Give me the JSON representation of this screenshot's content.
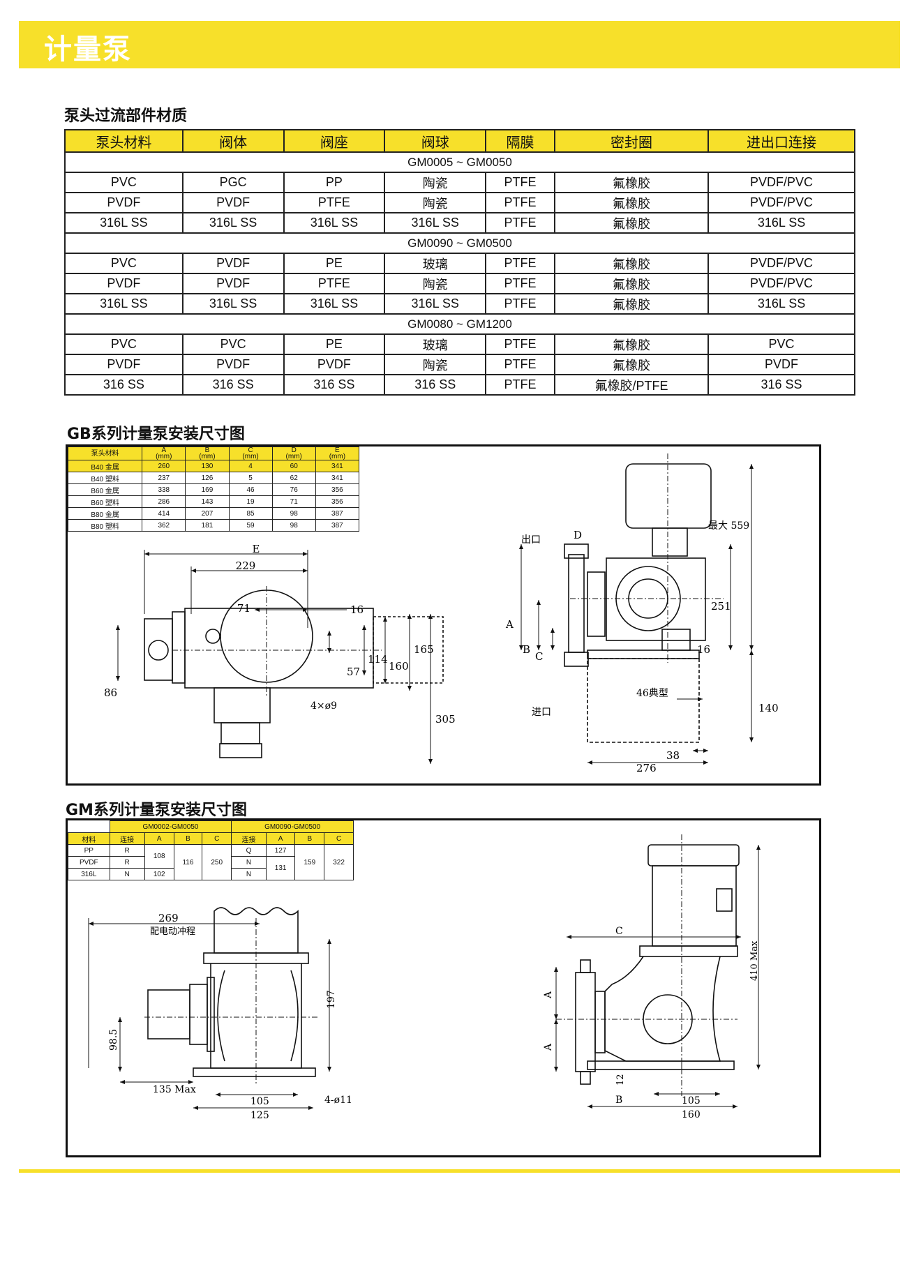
{
  "header": {
    "title": "计量泵"
  },
  "materials": {
    "title": "泵头过流部件材质",
    "columns": [
      "泵头材料",
      "阀体",
      "阀座",
      "阀球",
      "隔膜",
      "密封圈",
      "进出口连接"
    ],
    "groups": [
      {
        "name": "GM0005 ~ GM0050",
        "rows": [
          [
            "PVC",
            "PGC",
            "PP",
            "陶瓷",
            "PTFE",
            "氟橡胶",
            "PVDF/PVC"
          ],
          [
            "PVDF",
            "PVDF",
            "PTFE",
            "陶瓷",
            "PTFE",
            "氟橡胶",
            "PVDF/PVC"
          ],
          [
            "316L SS",
            "316L SS",
            "316L SS",
            "316L SS",
            "PTFE",
            "氟橡胶",
            "316L SS"
          ]
        ]
      },
      {
        "name": "GM0090 ~ GM0500",
        "rows": [
          [
            "PVC",
            "PVDF",
            "PE",
            "玻璃",
            "PTFE",
            "氟橡胶",
            "PVDF/PVC"
          ],
          [
            "PVDF",
            "PVDF",
            "PTFE",
            "陶瓷",
            "PTFE",
            "氟橡胶",
            "PVDF/PVC"
          ],
          [
            "316L SS",
            "316L SS",
            "316L SS",
            "316L SS",
            "PTFE",
            "氟橡胶",
            "316L SS"
          ]
        ]
      },
      {
        "name": "GM0080 ~ GM1200",
        "rows": [
          [
            "PVC",
            "PVC",
            "PE",
            "玻璃",
            "PTFE",
            "氟橡胶",
            "PVC"
          ],
          [
            "PVDF",
            "PVDF",
            "PVDF",
            "陶瓷",
            "PTFE",
            "氟橡胶",
            "PVDF"
          ],
          [
            "316 SS",
            "316 SS",
            "316 SS",
            "316 SS",
            "PTFE",
            "氟橡胶/PTFE",
            "316 SS"
          ]
        ]
      }
    ]
  },
  "gb": {
    "title": "GB系列计量泵安装尺寸图",
    "table": {
      "headers": [
        [
          "泵头材料",
          ""
        ],
        [
          "A",
          "(mm)"
        ],
        [
          "B",
          "(mm)"
        ],
        [
          "C",
          "(mm)"
        ],
        [
          "D",
          "(mm)"
        ],
        [
          "E",
          "(mm)"
        ]
      ],
      "rows": [
        [
          "B40 金属",
          "260",
          "130",
          "4",
          "60",
          "341"
        ],
        [
          "B40 塑料",
          "237",
          "126",
          "5",
          "62",
          "341"
        ],
        [
          "B60 金属",
          "338",
          "169",
          "46",
          "76",
          "356"
        ],
        [
          "B60 塑料",
          "286",
          "143",
          "19",
          "71",
          "356"
        ],
        [
          "B80 金属",
          "414",
          "207",
          "85",
          "98",
          "387"
        ],
        [
          "B80 塑料",
          "362",
          "181",
          "59",
          "98",
          "387"
        ]
      ]
    },
    "dims_left": {
      "E": "E",
      "d229": "229",
      "d71": "71",
      "d16": "16",
      "d57": "57",
      "d114": "114",
      "d160": "160",
      "d165": "165",
      "d86": "86",
      "d305": "305",
      "holes": "4×ø9"
    },
    "dims_right": {
      "outlet": "出口",
      "inlet": "进口",
      "D": "D",
      "A": "A",
      "B": "B",
      "C": "C",
      "max559": "最大  559",
      "d251": "251",
      "d16": "16",
      "typ46": "46典型",
      "d140": "140",
      "d38": "38",
      "d276": "276"
    }
  },
  "gm": {
    "title": "GM系列计量泵安装尺寸图",
    "table": {
      "group1": "GM0002-GM0050",
      "group2": "GM0090-GM0500",
      "sub": [
        "材料",
        "连接",
        "A",
        "B",
        "C",
        "连接",
        "A",
        "B",
        "C"
      ],
      "mats": [
        "PP",
        "PVDF",
        "316L"
      ],
      "conn1": [
        "R",
        "R",
        "N"
      ],
      "a1": [
        "108",
        "102"
      ],
      "b1": "116",
      "c1": "250",
      "conn2": [
        "Q",
        "N",
        "N"
      ],
      "a2": [
        "127",
        "131"
      ],
      "b2": "159",
      "c2": "322"
    },
    "dims_left": {
      "d269": "269",
      "stroke": "配电动冲程",
      "d197": "197",
      "d98": "98.5",
      "d135": "135 Max",
      "d105": "105",
      "d125": "125",
      "holes": "4-ø11"
    },
    "dims_right": {
      "C": "C",
      "A1": "A",
      "A2": "A",
      "B": "B",
      "d410": "410 Max",
      "d12": "12",
      "d105": "105",
      "d160": "160"
    }
  }
}
